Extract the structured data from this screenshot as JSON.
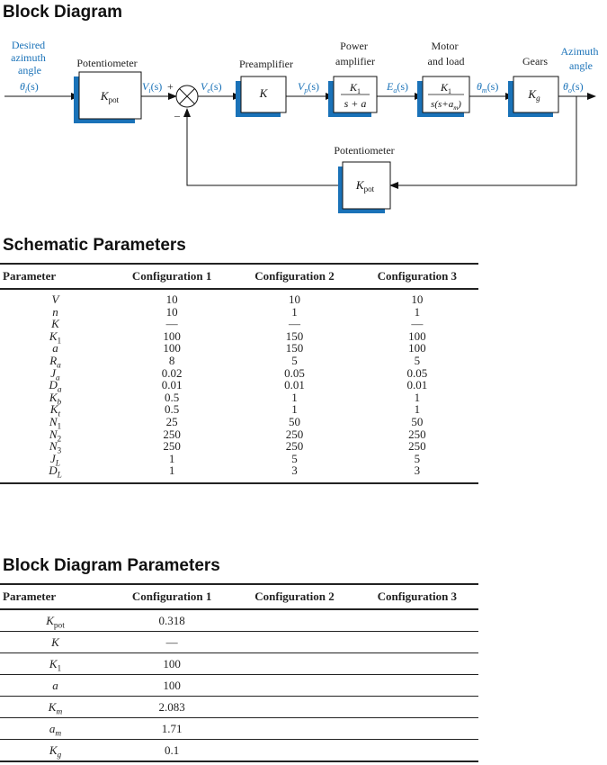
{
  "headings": {
    "block_diagram": "Block Diagram",
    "schematic_parameters": "Schematic Parameters",
    "block_diagram_parameters": "Block Diagram Parameters"
  },
  "diagram": {
    "input_label": [
      "Desired",
      "azimuth",
      "angle"
    ],
    "input_signal": {
      "sym": "θ",
      "sub": "i",
      "tail": "(s)"
    },
    "output_label": [
      "Azimuth",
      "angle"
    ],
    "output_signal": {
      "sym": "θ",
      "sub": "o",
      "tail": "(s)"
    },
    "blocks": [
      {
        "title": "Potentiometer",
        "gain_sym": "K",
        "gain_sub": "pot"
      },
      {
        "title": "Preamplifier",
        "gain_sym": "K",
        "gain_sub": ""
      },
      {
        "title": [
          "Power",
          "amplifier"
        ],
        "num_sym": "K",
        "num_sub": "1",
        "den": "s + a"
      },
      {
        "title": [
          "Motor",
          "and load"
        ],
        "num_sym": "K",
        "num_sub": "1",
        "den_a": "s(s+a",
        "den_sub": "m",
        "den_b": ")"
      },
      {
        "title": "Gears",
        "gain_sym": "K",
        "gain_sub": "g"
      },
      {
        "title": "Potentiometer",
        "gain_sym": "K",
        "gain_sub": "pot"
      }
    ],
    "signals": [
      {
        "sym": "V",
        "sub": "i",
        "tail": "(s)"
      },
      {
        "sym": "V",
        "sub": "e",
        "tail": "(s)"
      },
      {
        "sym": "V",
        "sub": "p",
        "tail": "(s)"
      },
      {
        "sym": "E",
        "sub": "a",
        "tail": "(s)"
      },
      {
        "sym": "θ",
        "sub": "m",
        "tail": "(s)"
      }
    ],
    "sum_plus": "+",
    "sum_minus": "–"
  },
  "schematic_table": {
    "headers": [
      "Parameter",
      "Configuration 1",
      "Configuration 2",
      "Configuration 3"
    ],
    "rows": [
      {
        "sym": "V",
        "sub": "",
        "values": [
          "10",
          "10",
          "10"
        ]
      },
      {
        "sym": "n",
        "sub": "",
        "values": [
          "10",
          "1",
          "1"
        ]
      },
      {
        "sym": "K",
        "sub": "",
        "values": [
          "—",
          "—",
          "—"
        ]
      },
      {
        "sym": "K",
        "sub": "1",
        "values": [
          "100",
          "150",
          "100"
        ]
      },
      {
        "sym": "a",
        "sub": "",
        "values": [
          "100",
          "150",
          "100"
        ]
      },
      {
        "sym": "R",
        "sub": "a",
        "values": [
          "8",
          "5",
          "5"
        ]
      },
      {
        "sym": "J",
        "sub": "a",
        "values": [
          "0.02",
          "0.05",
          "0.05"
        ]
      },
      {
        "sym": "D",
        "sub": "a",
        "values": [
          "0.01",
          "0.01",
          "0.01"
        ]
      },
      {
        "sym": "K",
        "sub": "b",
        "values": [
          "0.5",
          "1",
          "1"
        ]
      },
      {
        "sym": "K",
        "sub": "t",
        "values": [
          "0.5",
          "1",
          "1"
        ]
      },
      {
        "sym": "N",
        "sub": "1",
        "values": [
          "25",
          "50",
          "50"
        ]
      },
      {
        "sym": "N",
        "sub": "2",
        "values": [
          "250",
          "250",
          "250"
        ]
      },
      {
        "sym": "N",
        "sub": "3",
        "values": [
          "250",
          "250",
          "250"
        ]
      },
      {
        "sym": "J",
        "sub": "L",
        "values": [
          "1",
          "5",
          "5"
        ]
      },
      {
        "sym": "D",
        "sub": "L",
        "values": [
          "1",
          "3",
          "3"
        ]
      }
    ]
  },
  "block_table": {
    "headers": [
      "Parameter",
      "Configuration 1",
      "Configuration 2",
      "Configuration 3"
    ],
    "rows": [
      {
        "sym": "K",
        "sub": "pot",
        "values": [
          "0.318",
          "",
          ""
        ]
      },
      {
        "sym": "K",
        "sub": "",
        "values": [
          "—",
          "",
          ""
        ]
      },
      {
        "sym": "K",
        "sub": "1",
        "values": [
          "100",
          "",
          ""
        ]
      },
      {
        "sym": "a",
        "sub": "",
        "values": [
          "100",
          "",
          ""
        ]
      },
      {
        "sym": "K",
        "sub": "m",
        "values": [
          "2.083",
          "",
          ""
        ]
      },
      {
        "sym": "a",
        "sub": "m",
        "values": [
          "1.71",
          "",
          ""
        ]
      },
      {
        "sym": "K",
        "sub": "g",
        "values": [
          "0.1",
          "",
          ""
        ]
      }
    ]
  },
  "colors": {
    "accent": "#1a72b8",
    "block_shadow": "#1a72b8",
    "text": "#222222"
  }
}
